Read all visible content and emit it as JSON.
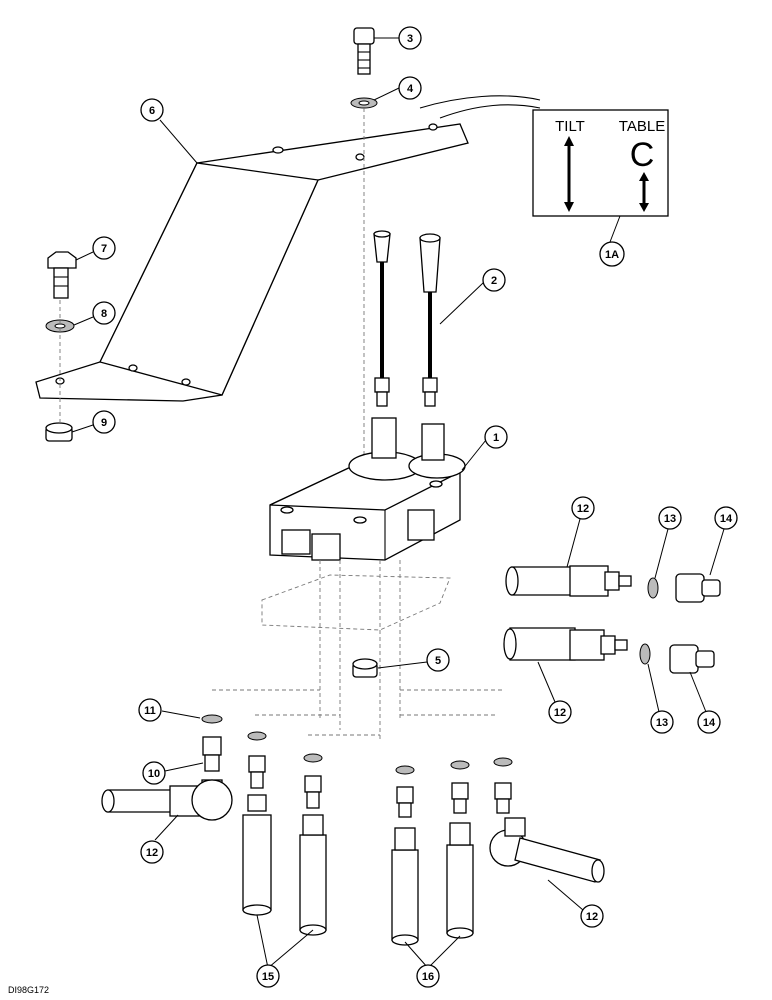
{
  "drawing_id": "DI98G172",
  "decal": {
    "left_label": "TILT",
    "right_label": "TABLE",
    "right_symbol": "C"
  },
  "callouts": {
    "c1": "1",
    "c1a": "1A",
    "c2": "2",
    "c3": "3",
    "c4": "4",
    "c5": "5",
    "c6": "6",
    "c7": "7",
    "c8": "8",
    "c9": "9",
    "c10": "10",
    "c11": "11",
    "c12a": "12",
    "c12b": "12",
    "c12c": "12",
    "c12d": "12",
    "c13a": "13",
    "c13b": "13",
    "c14a": "14",
    "c14b": "14",
    "c15": "15",
    "c16": "16"
  }
}
